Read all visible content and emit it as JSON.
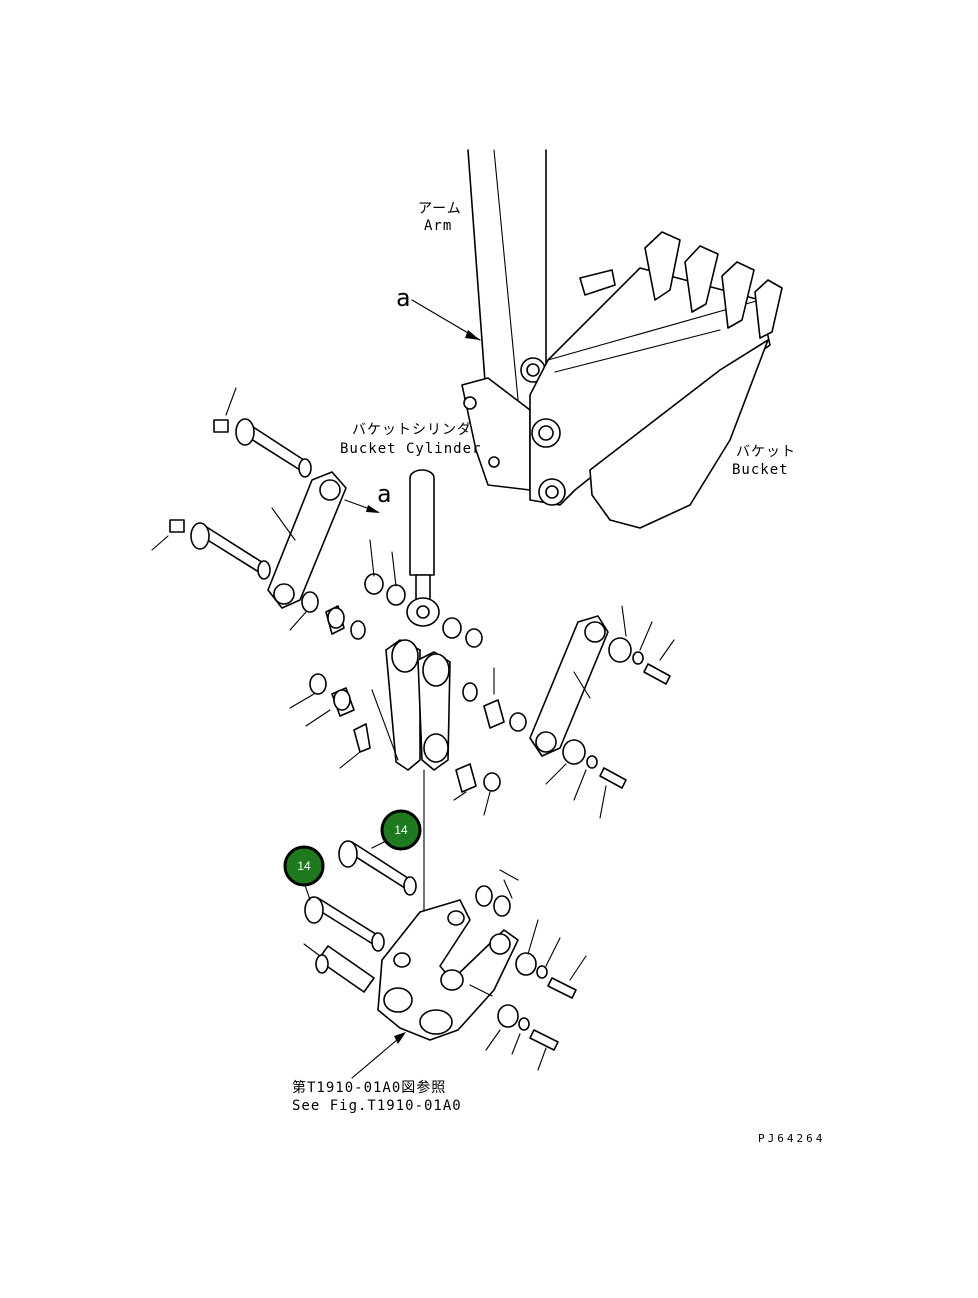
{
  "labels": {
    "arm_jp": "アーム",
    "arm_en": "Arm",
    "section_mark_1": "a",
    "section_mark_2": "a",
    "bucket_cylinder_jp": "バケットシリンダ",
    "bucket_cylinder_en": "Bucket Cylinder",
    "bucket_jp": "バケット",
    "bucket_en": "Bucket",
    "see_fig_jp": "第T1910-01A0図参照",
    "see_fig_en": "See Fig.T1910-01A0",
    "drawing_code": "PJ64264"
  },
  "callouts": [
    {
      "number": "14",
      "part": "pin-upper"
    },
    {
      "number": "14",
      "part": "pin-lower"
    }
  ],
  "colors": {
    "callout_fill": "#1f7a1f",
    "line": "#000000",
    "background": "#ffffff"
  }
}
